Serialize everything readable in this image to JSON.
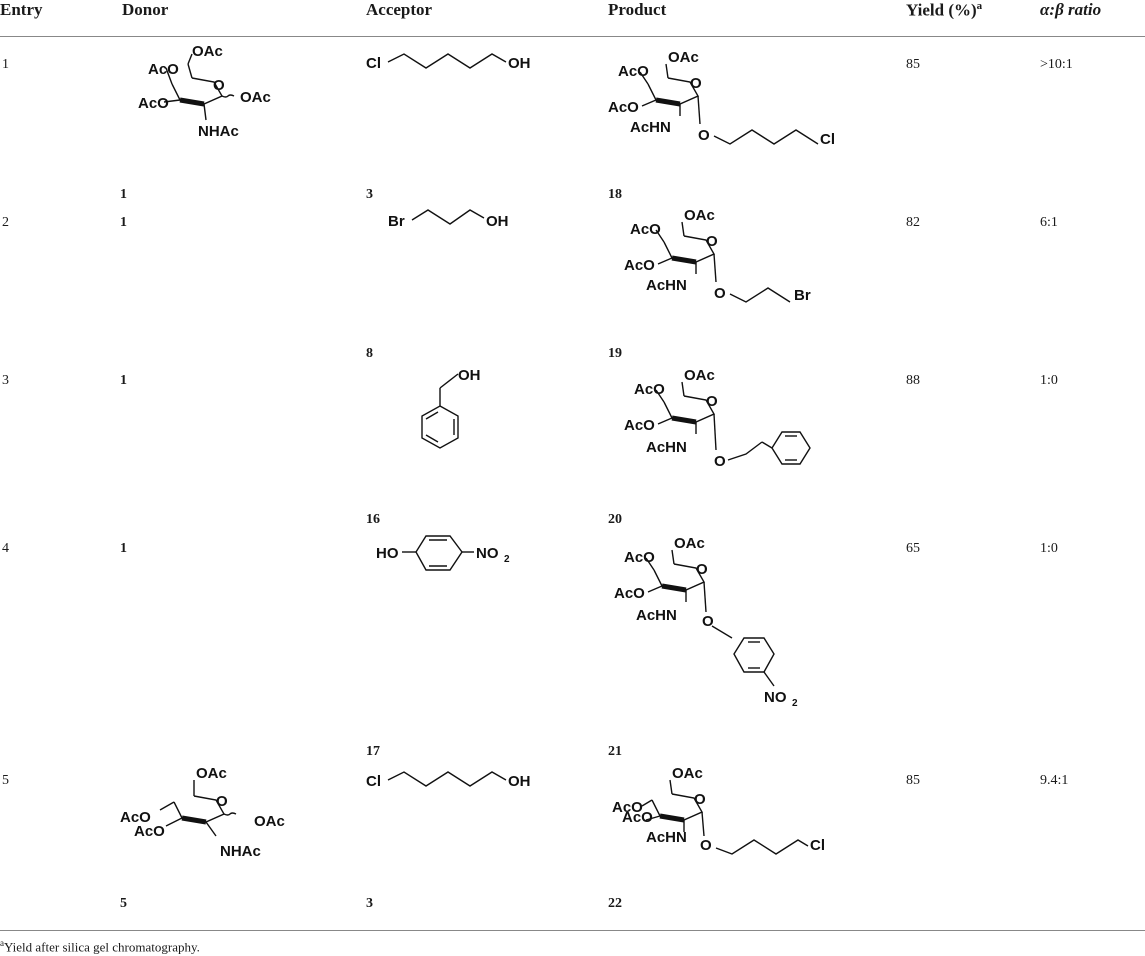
{
  "table": {
    "headers": {
      "entry": "Entry",
      "donor": "Donor",
      "acceptor": "Acceptor",
      "product": "Product",
      "yield": "Yield (%)",
      "yield_note": "a",
      "ratio": "α:β ratio"
    },
    "rows": [
      {
        "entry": "1",
        "donor": "1",
        "acceptor": "3",
        "product": "18",
        "yield": "85",
        "ratio": ">10:1",
        "acceptor_labels": [
          "Cl",
          "OH"
        ],
        "product_aglycone_labels": [
          "Cl"
        ]
      },
      {
        "entry": "2",
        "donor": "1",
        "acceptor": "8",
        "product": "19",
        "yield": "82",
        "ratio": "6:1",
        "acceptor_labels": [
          "Br",
          "OH"
        ],
        "product_aglycone_labels": [
          "Br"
        ]
      },
      {
        "entry": "3",
        "donor": "1",
        "acceptor": "16",
        "product": "20",
        "yield": "88",
        "ratio": "1:0",
        "acceptor_labels": [
          "OH"
        ]
      },
      {
        "entry": "4",
        "donor": "1",
        "acceptor": "17",
        "product": "21",
        "yield": "65",
        "ratio": "1:0",
        "acceptor_labels": [
          "HO",
          "NO",
          "2"
        ],
        "product_aglycone_labels": [
          "NO",
          "2"
        ]
      },
      {
        "entry": "5",
        "donor": "5",
        "acceptor": "3",
        "product": "22",
        "yield": "85",
        "ratio": "9.4:1",
        "acceptor_labels": [
          "Cl",
          "OH"
        ],
        "product_aglycone_labels": [
          "Cl"
        ]
      }
    ],
    "structure_labels": {
      "oac": "OAc",
      "aco": "AcO",
      "nhac": "NHAc",
      "achn": "AcHN",
      "ring_o": "O",
      "glyco_o": "O"
    }
  },
  "footnote": {
    "mark": "a",
    "text": "Yield after silica gel chromatography."
  }
}
